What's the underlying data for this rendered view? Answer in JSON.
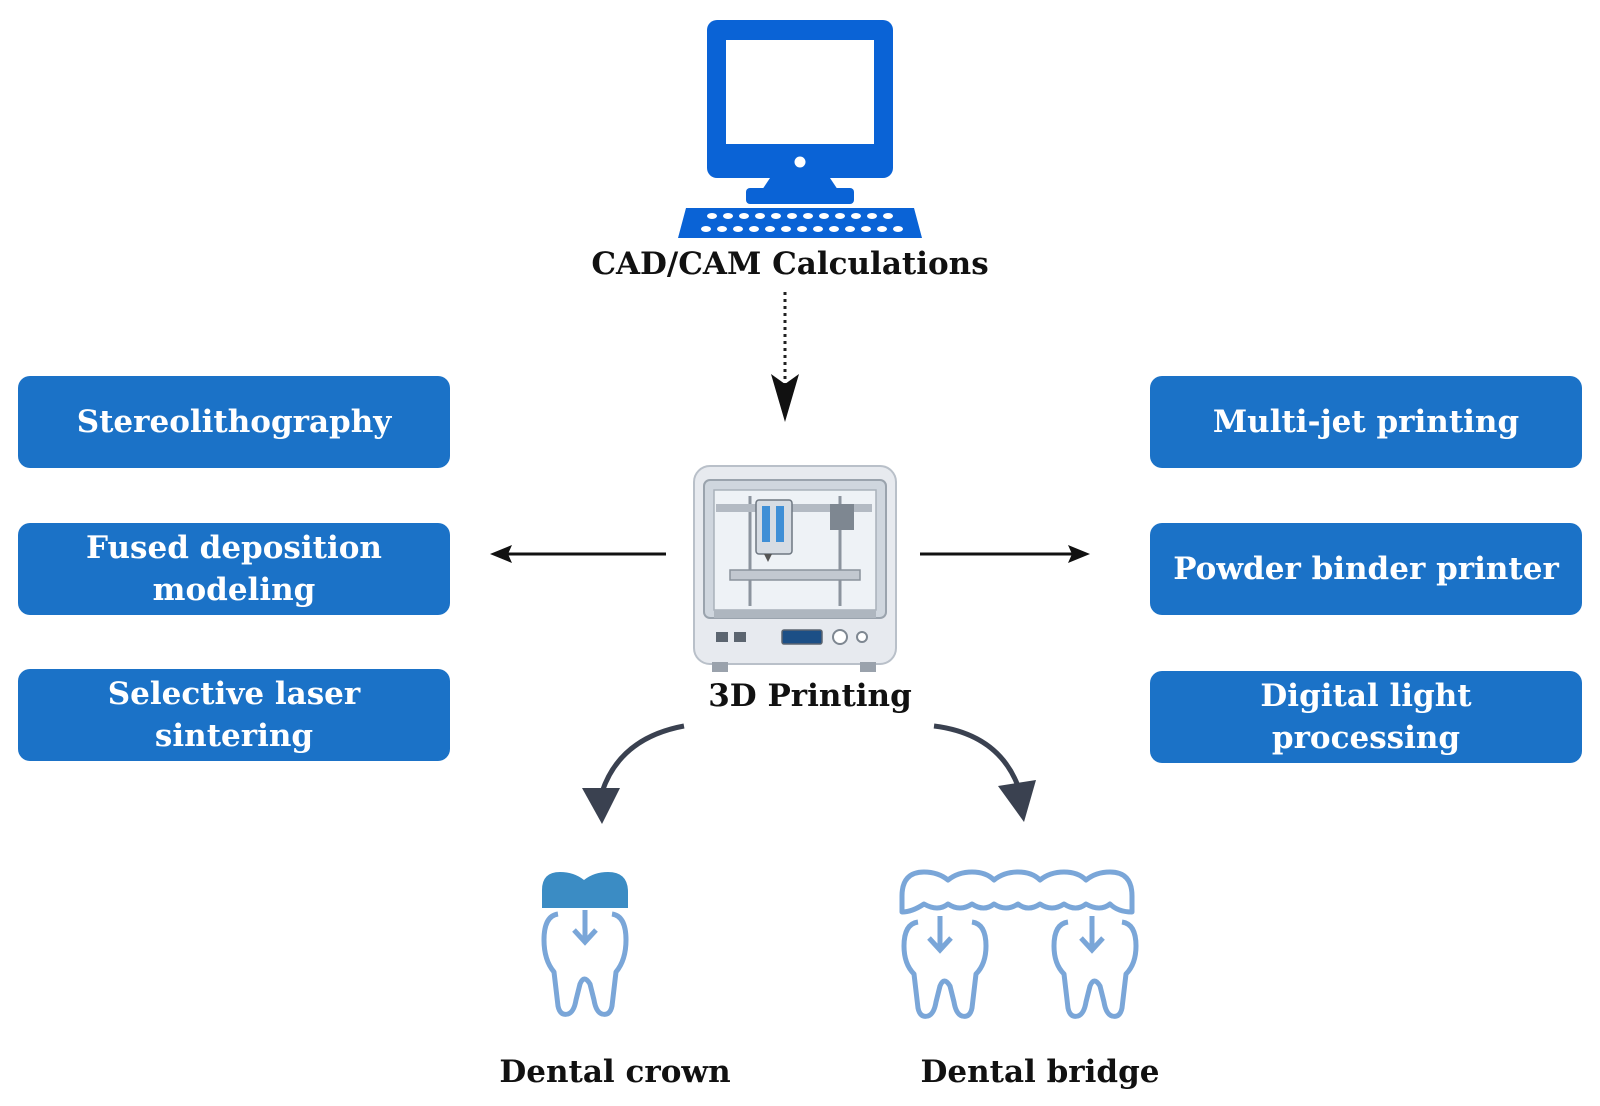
{
  "nodes": {
    "cad": {
      "label": "CAD/CAM Calculations",
      "icon": "computer-icon"
    },
    "printer": {
      "label": "3D Printing",
      "icon": "3d-printer-icon"
    },
    "crown": {
      "label": "Dental crown",
      "icon": "dental-crown-icon"
    },
    "bridge": {
      "label": "Dental bridge",
      "icon": "dental-bridge-icon"
    }
  },
  "left_methods": [
    {
      "label": "Stereolithography"
    },
    {
      "label": "Fused deposition modeling"
    },
    {
      "label": "Selective laser sintering"
    }
  ],
  "right_methods": [
    {
      "label": "Multi-jet printing"
    },
    {
      "label": "Powder binder printer"
    },
    {
      "label": "Digital light processing"
    }
  ],
  "colors": {
    "box_fill": "#1b72c7",
    "computer_blue": "#0a63d6",
    "crown_blue": "#3b8cc4",
    "tooth_outline": "#7aa6d8",
    "arrow_dark": "#3a4150"
  }
}
